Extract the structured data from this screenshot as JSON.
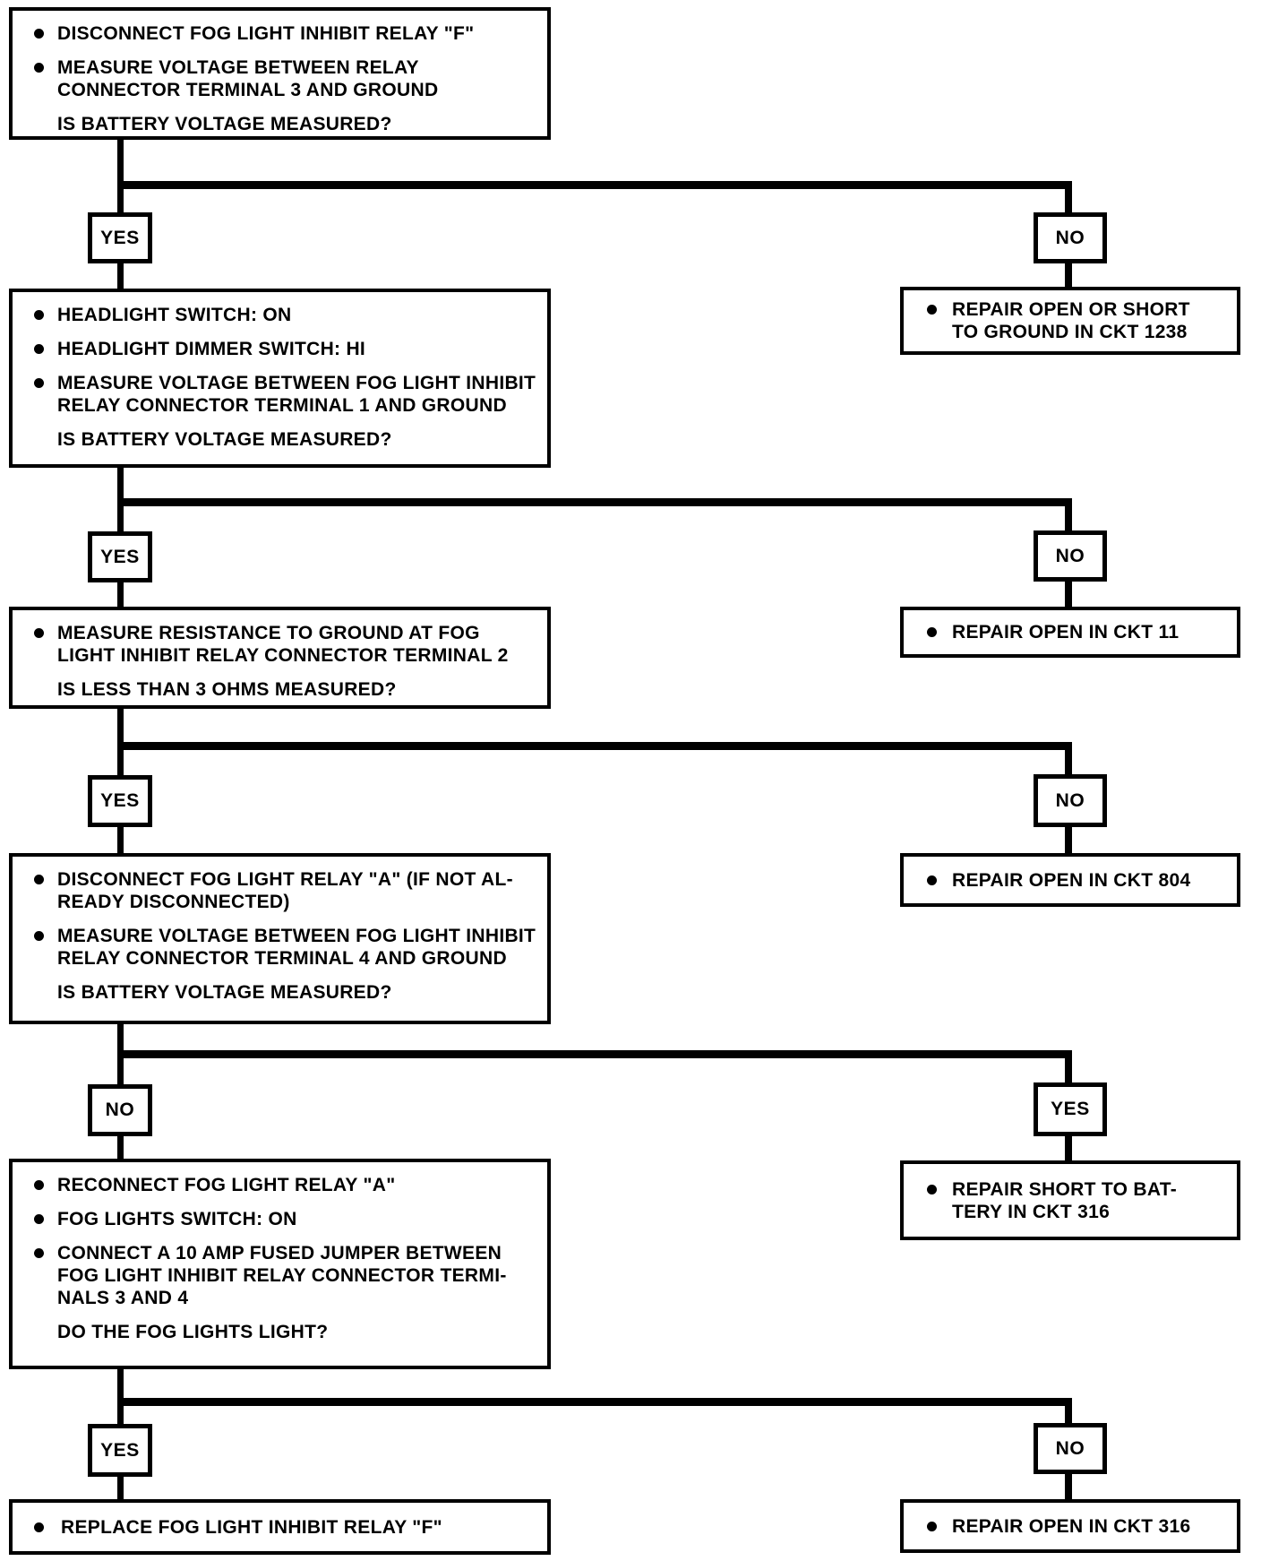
{
  "flow": {
    "colors": {
      "ink": "#000000",
      "paper": "#ffffff"
    },
    "bullet_icon": "filled-circle",
    "steps": [
      {
        "items": [
          "DISCONNECT FOG LIGHT INHIBIT RELAY \"F\"",
          "MEASURE VOLTAGE BETWEEN RELAY\nCONNECTOR TERMINAL 3 AND GROUND"
        ],
        "question": "IS BATTERY VOLTAGE MEASURED?"
      },
      {
        "items": [
          "HEADLIGHT SWITCH: ON",
          "HEADLIGHT DIMMER SWITCH: HI",
          "MEASURE VOLTAGE BETWEEN FOG LIGHT INHIBIT\nRELAY CONNECTOR TERMINAL 1 AND GROUND"
        ],
        "question": "IS BATTERY VOLTAGE MEASURED?"
      },
      {
        "items": [
          "MEASURE RESISTANCE TO GROUND AT FOG\nLIGHT INHIBIT RELAY CONNECTOR TERMINAL 2"
        ],
        "question": "IS LESS THAN 3 OHMS MEASURED?"
      },
      {
        "items": [
          "DISCONNECT FOG LIGHT RELAY \"A\" (IF NOT AL-\nREADY DISCONNECTED)",
          "MEASURE VOLTAGE BETWEEN FOG LIGHT INHIBIT\nRELAY CONNECTOR TERMINAL 4 AND GROUND"
        ],
        "question": "IS BATTERY VOLTAGE MEASURED?"
      },
      {
        "items": [
          "RECONNECT FOG LIGHT RELAY \"A\"",
          "FOG LIGHTS SWITCH: ON",
          "CONNECT A 10 AMP FUSED JUMPER BETWEEN\nFOG LIGHT INHIBIT RELAY CONNECTOR TERMI-\nNALS 3 AND 4"
        ],
        "question": "DO THE FOG LIGHTS LIGHT?"
      },
      {
        "items": [
          "REPLACE FOG LIGHT INHIBIT RELAY \"F\""
        ]
      }
    ],
    "branches": [
      {
        "left": "YES",
        "right": "NO"
      },
      {
        "left": "YES",
        "right": "NO"
      },
      {
        "left": "YES",
        "right": "NO"
      },
      {
        "left": "NO",
        "right": "YES"
      },
      {
        "left": "YES",
        "right": "NO"
      }
    ],
    "results": [
      {
        "text": "REPAIR OPEN OR SHORT\nTO GROUND IN CKT 1238"
      },
      {
        "text": "REPAIR OPEN IN CKT 11"
      },
      {
        "text": "REPAIR OPEN IN CKT 804"
      },
      {
        "text": "REPAIR SHORT TO BAT-\nTERY IN CKT 316"
      },
      {
        "text": "REPAIR OPEN IN CKT 316"
      }
    ]
  }
}
